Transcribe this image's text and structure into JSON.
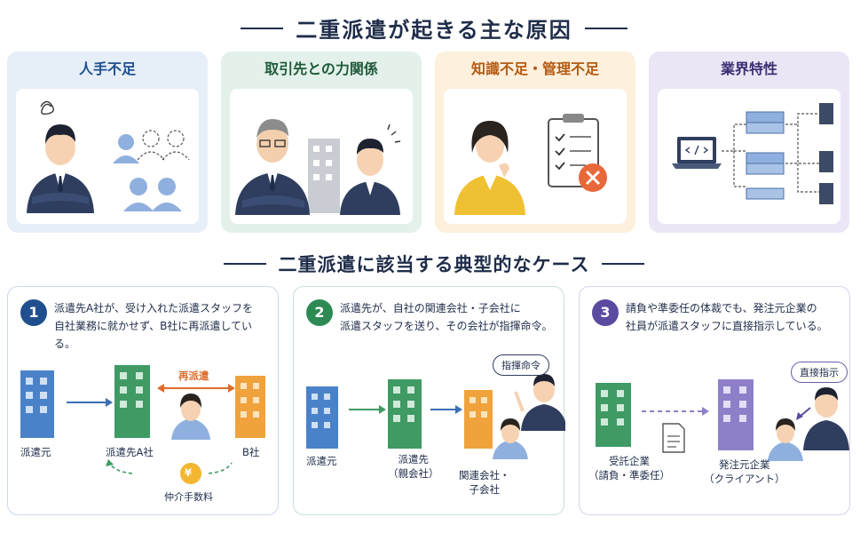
{
  "section1": {
    "title": "二重派遣が起きる主な原因"
  },
  "causes": [
    {
      "title": "人手不足"
    },
    {
      "title": "取引先との力関係"
    },
    {
      "title": "知識不足・管理不足"
    },
    {
      "title": "業界特性"
    }
  ],
  "section2": {
    "title": "二重派遣に該当する典型的なケース"
  },
  "cases": [
    {
      "number": "1",
      "line1": "派遣先A社が、受け入れた派遣スタッフを",
      "line2": "自社業務に就かせず、B社に再派遣している。",
      "labels": {
        "source": "派遣元",
        "company_a": "派遣先A社",
        "company_b": "B社",
        "redispatch": "再派遣",
        "fee": "仲介手数料",
        "yen": "¥"
      }
    },
    {
      "number": "2",
      "line1": "派遣先が、自社の関連会社・子会社に",
      "line2": "派遣スタッフを送り、その会社が指揮命令。",
      "labels": {
        "source": "派遣元",
        "dest_line1": "派遣先",
        "dest_line2": "（親会社）",
        "affiliate_line1": "関連会社・",
        "affiliate_line2": "子会社",
        "bubble": "指揮命令"
      }
    },
    {
      "number": "3",
      "line1": "請負や準委任の体裁でも、発注元企業の",
      "line2": "社員が派遣スタッフに直接指示している。",
      "labels": {
        "contractor_line1": "受託企業",
        "contractor_line2": "（請負・準委任）",
        "client_line1": "発注元企業",
        "client_line2": "（クライアント）",
        "bubble": "直接指示"
      }
    }
  ],
  "colors": {
    "navy": "#1f2d4a",
    "blue": "#4a82c9",
    "green": "#3f9a64",
    "orange": "#f0a23c",
    "purple": "#8f7fc9",
    "red": "#e06b2a"
  }
}
